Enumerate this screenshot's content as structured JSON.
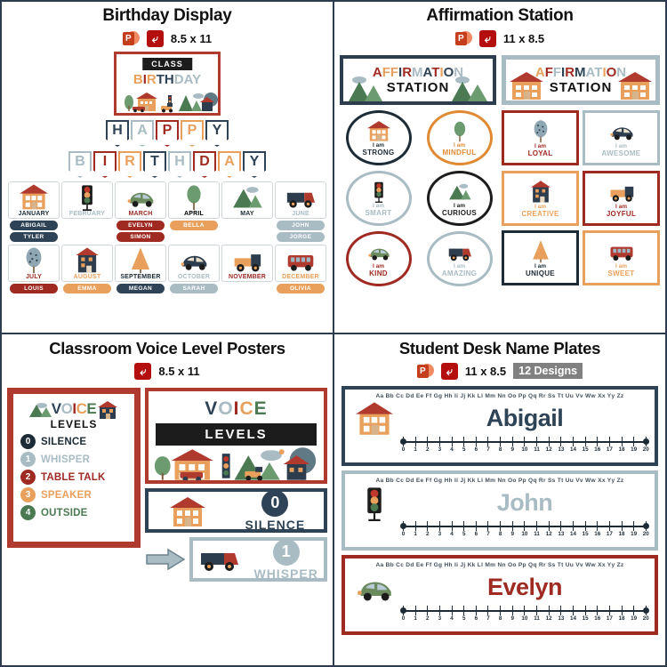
{
  "panels": {
    "birthday": {
      "title": "Birthday Display",
      "dims": "8.5 x 11",
      "icons": [
        "powerpoint-icon",
        "pdf-icon"
      ],
      "poster": {
        "class_label": "CLASS",
        "word": "BIRTHDAY"
      },
      "banner_line1": [
        "H",
        "A",
        "P",
        "P",
        "Y"
      ],
      "banner_line2": [
        "B",
        "I",
        "R",
        "T",
        "H",
        "D",
        "A",
        "Y"
      ],
      "months": [
        {
          "month": "JANUARY",
          "color": "#1c2b36",
          "icon": "house-icon",
          "names": [
            "ABIGAIL",
            "TYLER"
          ],
          "name_colors": [
            "#2e4355",
            "#2e4355"
          ]
        },
        {
          "month": "FEBRUARY",
          "color": "#a9bcc4",
          "icon": "traffic-light-icon",
          "names": [],
          "name_colors": []
        },
        {
          "month": "MARCH",
          "color": "#9e2a22",
          "icon": "green-car-icon",
          "names": [
            "EVELYN",
            "SIMON"
          ],
          "name_colors": [
            "#9e2a22",
            "#9e2a22"
          ]
        },
        {
          "month": "APRIL",
          "color": "#e79council",
          "icon": "tree-icon",
          "names": [
            "BELLA"
          ],
          "name_colors": [
            "#e8a05c"
          ]
        },
        {
          "month": "MAY",
          "color": "#1c2b36",
          "icon": "mountain-icon",
          "names": [],
          "name_colors": []
        },
        {
          "month": "JUNE",
          "color": "#a9bcc4",
          "icon": "truck-icon",
          "names": [
            "JOHN",
            "JORGE"
          ],
          "name_colors": [
            "#a9bcc4",
            "#a9bcc4"
          ]
        },
        {
          "month": "JULY",
          "color": "#9e2a22",
          "icon": "dotted-tree-icon",
          "names": [
            "LOUIS"
          ],
          "name_colors": [
            "#9e2a22"
          ]
        },
        {
          "month": "AUGUST",
          "color": "#e8a05c",
          "icon": "tall-house-icon",
          "names": [
            "EMMA"
          ],
          "name_colors": [
            "#e8a05c"
          ]
        },
        {
          "month": "SEPTEMBER",
          "color": "#1c2b36",
          "icon": "pine-tree-icon",
          "names": [
            "MEGAN"
          ],
          "name_colors": [
            "#2e4355"
          ]
        },
        {
          "month": "OCTOBER",
          "color": "#a9bcc4",
          "icon": "dark-car-icon",
          "names": [
            "SARAH"
          ],
          "name_colors": [
            "#a9bcc4"
          ]
        },
        {
          "month": "NOVEMBER",
          "color": "#9e2a22",
          "icon": "orange-truck-icon",
          "names": [],
          "name_colors": []
        },
        {
          "month": "DECEMBER",
          "color": "#e8a05c",
          "icon": "bus-icon",
          "names": [
            "OLIVIA"
          ],
          "name_colors": [
            "#e8a05c"
          ]
        }
      ]
    },
    "affirmation": {
      "title": "Affirmation Station",
      "dims": "11 x 8.5",
      "icons": [
        "powerpoint-icon",
        "pdf-icon"
      ],
      "header1_line1": "AFFIRMATION",
      "header1_line2": "STATION",
      "header2_line1": "AFFIRMATION",
      "header2_line2": "STATION",
      "circles": [
        {
          "prefix": "I am",
          "word": "STRONG",
          "color": "#1c2b36",
          "icon": "house-icon"
        },
        {
          "prefix": "I am",
          "word": "MINDFUL",
          "color": "#e08a34",
          "icon": "tree-icon"
        },
        {
          "prefix": "I am",
          "word": "SMART",
          "color": "#a9bcc4",
          "icon": "traffic-light-icon"
        },
        {
          "prefix": "I am",
          "word": "CURIOUS",
          "color": "#1c1c1c",
          "icon": "mountain-icon"
        },
        {
          "prefix": "I am",
          "word": "KIND",
          "color": "#9e2a22",
          "icon": "green-car-icon"
        },
        {
          "prefix": "I am",
          "word": "AMAZING",
          "color": "#a9bcc4",
          "icon": "truck-icon"
        }
      ],
      "squares": [
        {
          "prefix": "I am",
          "word": "LOYAL",
          "color": "#9e2a22",
          "icon": "dotted-tree-icon"
        },
        {
          "prefix": "I am",
          "word": "AWESOME",
          "color": "#a9bcc4",
          "icon": "dark-car-icon"
        },
        {
          "prefix": "I am",
          "word": "CREATIVE",
          "color": "#e8a05c",
          "icon": "tall-house-icon"
        },
        {
          "prefix": "I am",
          "word": "JOYFUL",
          "color": "#9e2a22",
          "icon": "orange-truck-icon"
        },
        {
          "prefix": "I am",
          "word": "UNIQUE",
          "color": "#1c2b36",
          "icon": "pine-tree-icon"
        },
        {
          "prefix": "I am",
          "word": "SWEET",
          "color": "#e8a05c",
          "icon": "bus-icon"
        }
      ]
    },
    "voice": {
      "title": "Classroom Voice Level Posters",
      "dims": "8.5 x 11",
      "icons": [
        "pdf-icon"
      ],
      "poster_title_word": "VOICE",
      "poster_sub": "LEVELS",
      "levels": [
        {
          "num": "0",
          "label": "SILENCE",
          "color": "#1c2b36"
        },
        {
          "num": "1",
          "label": "WHISPER",
          "color": "#a9bcc4"
        },
        {
          "num": "2",
          "label": "TABLE TALK",
          "color": "#9e2a22"
        },
        {
          "num": "3",
          "label": "SPEAKER",
          "color": "#e8a05c"
        },
        {
          "num": "4",
          "label": "OUTSIDE",
          "color": "#4b7a52"
        }
      ],
      "big_poster": {
        "word": "VOICE",
        "ribbon": "LEVELS"
      },
      "strips": [
        {
          "num": "0",
          "label": "SILENCE",
          "color": "#2e4355",
          "icon": "house-icon"
        },
        {
          "num": "1",
          "label": "WHISPER",
          "color": "#a9bcc4",
          "icon": "truck-icon"
        }
      ],
      "arrow_icon": "right-arrow-icon"
    },
    "nameplates": {
      "title": "Student Desk Name Plates",
      "dims": "11 x 8.5",
      "designs_badge": "12 Designs",
      "icons": [
        "powerpoint-icon",
        "pdf-icon"
      ],
      "alphabet": "Aa Bb Cc Dd Ee Ff Gg Hh Ii Jj Kk Ll Mm Nn Oo Pp Qq Rr Ss Tt Uu Vv Ww Xx Yy Zz",
      "numbers": [
        "0",
        "1",
        "2",
        "3",
        "4",
        "5",
        "6",
        "7",
        "8",
        "9",
        "10",
        "11",
        "12",
        "13",
        "14",
        "15",
        "16",
        "17",
        "18",
        "19",
        "20"
      ],
      "plates": [
        {
          "name": "Abigail",
          "name_color": "#2e4355",
          "border": "#2e4355",
          "icon": "house-icon"
        },
        {
          "name": "John",
          "name_color": "#a9bcc4",
          "border": "#a9bcc4",
          "icon": "traffic-light-icon"
        },
        {
          "name": "Evelyn",
          "name_color": "#9e2a22",
          "border": "#9e2a22",
          "icon": "green-car-icon"
        }
      ]
    }
  },
  "palette": {
    "navy": "#1c2b36",
    "red": "#9e2a22",
    "orange": "#e8a05c",
    "gray_blue": "#a9bcc4",
    "green": "#4b7a52",
    "brick": "#b03a2e"
  }
}
